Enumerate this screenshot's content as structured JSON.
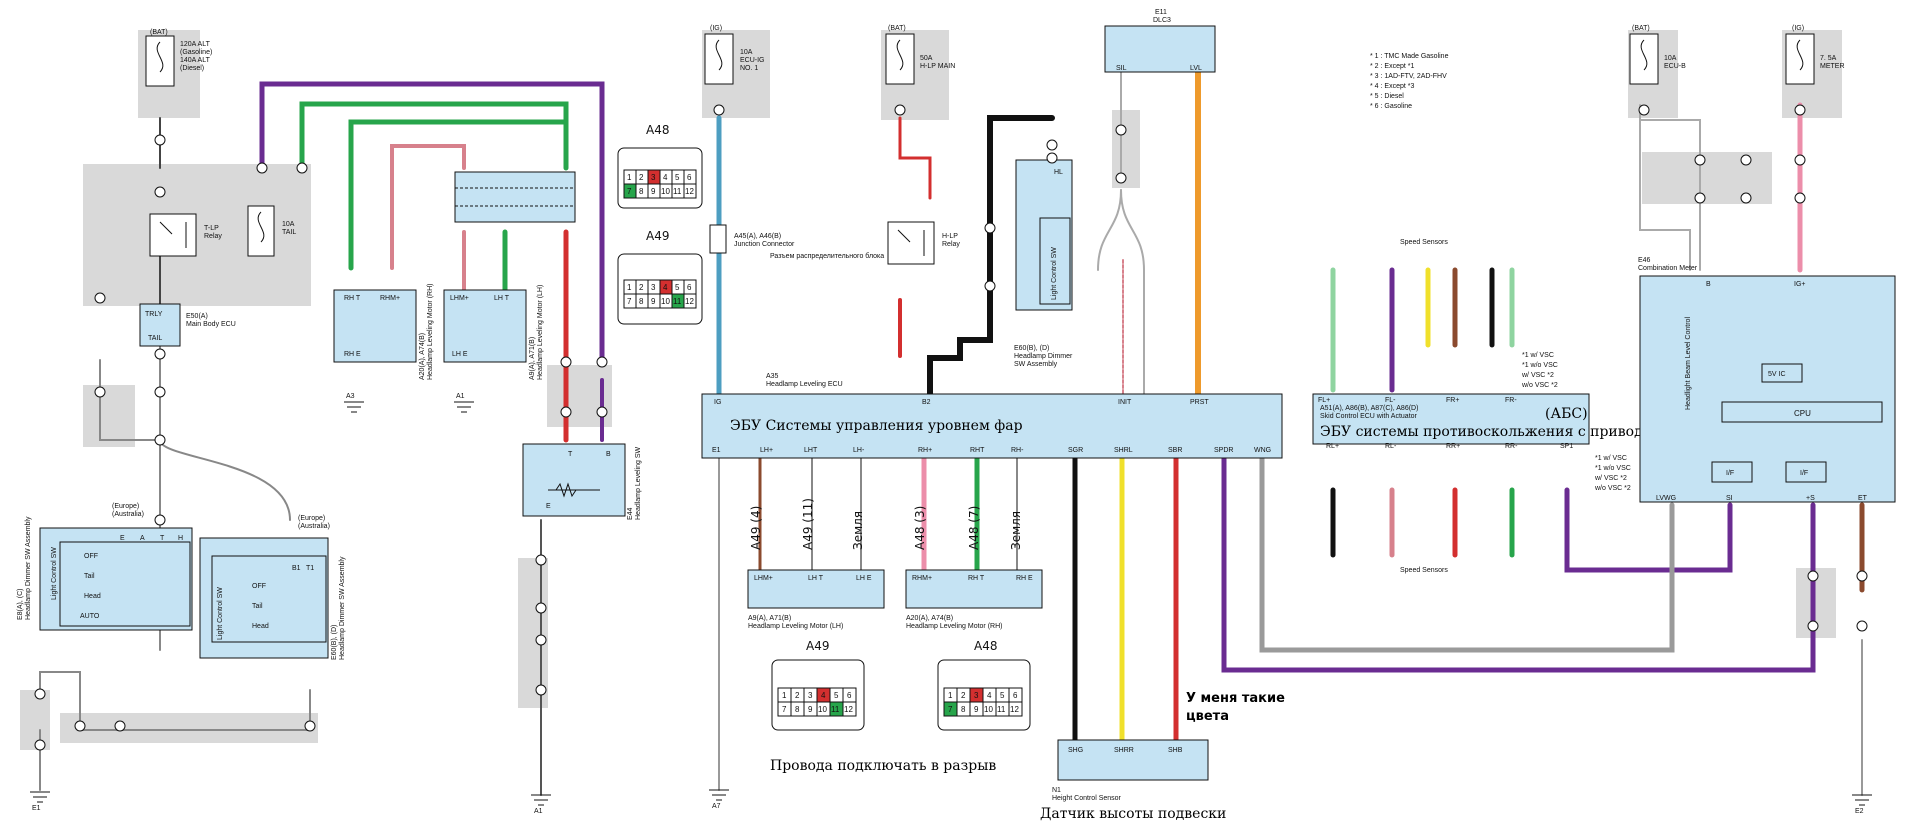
{
  "colors": {
    "box": "#c5e3f3",
    "shade": "#d9d9d9",
    "violet": "#6a2c91",
    "green": "#27a54b",
    "pink": "#d7818c",
    "red": "#d32f2f",
    "blue": "#4d9ec1",
    "orange": "#ee9a2c",
    "yellow": "#f0e02b",
    "gray": "#9a9a9a",
    "brown": "#8b4a2e",
    "black": "#111111",
    "lightgreen": "#8fd4a0"
  },
  "ecu": {
    "title": "ЭБУ Системы управления уровнем фар",
    "code": "A35",
    "name": "Headlamp Leveling ECU",
    "top_pins": [
      "IG",
      "B2",
      "INIT",
      "PRST"
    ],
    "bottom_pins": [
      "E1",
      "LH+",
      "LHT",
      "LH-",
      "RH+",
      "RHT",
      "RH-",
      "SGR",
      "SHRL",
      "SBR",
      "SPDR",
      "WNG"
    ]
  },
  "abs": {
    "title": "ЭБУ системы противоскольжения с приводом",
    "tag": "(АБС)",
    "code": "A51(A), A86(B), A87(C), A86(D)",
    "name": "Skid Control ECU with Actuator",
    "top_pins": [
      "FL+",
      "FL-",
      "FR+",
      "FR-"
    ],
    "bottom_pins": [
      "RL+",
      "RL-",
      "RR+",
      "RR-",
      "SP1"
    ],
    "speed": "Speed Sensors",
    "notes_top": [
      "*1 w/ VSC",
      "*1 w/o VSC",
      "w/ VSC *2",
      "w/o VSC *2"
    ],
    "notes_bottom": [
      "*1 w/ VSC",
      "*1 w/o VSC",
      "w/ VSC *2",
      "w/o VSC *2"
    ]
  },
  "meter": {
    "code": "E46",
    "name": "Combination Meter",
    "pins": [
      "B",
      "IG+",
      "LVWG",
      "SI",
      "+S",
      "ET"
    ],
    "ic": "5V IC",
    "cpu": "CPU",
    "if": "I/F",
    "beam": "Headlight Beam Level Control"
  },
  "notes": [
    "* 1 : TMC Made Gasoline",
    "* 2 : Except *1",
    "* 3 : 1AD-FTV,  2AD-FHV",
    "* 4 : Except *3",
    "* 5 : Diesel",
    "* 6 : Gasoline"
  ],
  "dlc": {
    "code": "E11",
    "name": "DLC3",
    "pins": [
      "SIL",
      "LVL"
    ]
  },
  "fuses": {
    "bat": "(BAT)",
    "ig": "(IG)",
    "alt": [
      "120A ALT",
      "(Gasoline)",
      "140A ALT",
      "(Diesel)"
    ],
    "ecuig": [
      "10A",
      "ECU-IG",
      "NO. 1"
    ],
    "hlp": [
      "50A",
      "H-LP MAIN"
    ],
    "ecub": [
      "10A",
      "ECU-B"
    ],
    "meter": [
      "7. 5A",
      "METER"
    ],
    "tail": [
      "10A",
      "TAIL"
    ]
  },
  "relays": {
    "tlp": [
      "T-LP",
      "Relay"
    ],
    "hlp": [
      "H-LP",
      "Relay"
    ]
  },
  "body_ecu": {
    "code": "E50(A)",
    "name": "Main Body ECU",
    "pins": [
      "TRLY",
      "TAIL"
    ]
  },
  "motors": {
    "rh_top": {
      "pins": [
        "RH T",
        "RHM+",
        "RH E"
      ],
      "code": "A20(A), A74(B)",
      "name": "Headlamp Leveling Motor (RH)"
    },
    "lh_top": {
      "pins": [
        "LHM+",
        "LH T",
        "LH E"
      ],
      "code": "A9(A), A71(B)",
      "name": "Headlamp Leveling Motor (LH)"
    }
  },
  "motors_bottom": {
    "lh": {
      "pins": [
        "LHM+",
        "LH T",
        "LH E"
      ],
      "code": "A9(A), A71(B)",
      "name": "Headlamp Leveling Motor (LH)"
    },
    "rh": {
      "pins": [
        "RHM+",
        "RH T",
        "RH E"
      ],
      "code": "A20(A), A74(B)",
      "name": "Headlamp Leveling Motor (RH)"
    }
  },
  "labels_rot": [
    "A49 (4)",
    "A49 (11)",
    "Земля",
    "A48 (3)",
    "A48 (7)",
    "Земля"
  ],
  "junction": {
    "code": "A45(A), A46(B)",
    "name": "Junction Connector",
    "hand": "Разъем распределительного блока"
  },
  "lev_sw": {
    "code": "E44",
    "name": "Headlamp Leveling SW",
    "pins": [
      "T",
      "B",
      "E"
    ]
  },
  "dimmer": {
    "code": "E60(B), (D)",
    "name": [
      "Headlamp Dimmer",
      "SW Assembly"
    ],
    "hl": "HL",
    "light": "Light Control SW"
  },
  "dimmer_left": {
    "code": "E8(A), (C)",
    "name": "Headlamp Dimmer SW Assembly",
    "sw": "Light Control SW",
    "rows": [
      "OFF",
      "Tail",
      "Head",
      "AUTO"
    ],
    "cols": [
      "E",
      "A",
      "T",
      "H"
    ]
  },
  "dimmer_b": {
    "code": "E60(B), (D)",
    "name": "Headlamp Dimmer SW Assembly",
    "rows": [
      "OFF",
      "Tail",
      "Head"
    ],
    "cols": [
      "B1",
      "T1"
    ],
    "sw": "Light Control SW"
  },
  "height": {
    "code": "N1",
    "name": "Height Control Sensor",
    "pins": [
      "SHG",
      "SHRR",
      "SHB"
    ],
    "ru": "Датчик высоты подвески"
  },
  "annot": {
    "colors_line1": "У меня такие",
    "colors_line2": "цвета",
    "wires": "Провода подключать в разрыв"
  },
  "conn": {
    "a48": "A48",
    "a49": "A49"
  },
  "region": [
    "(Europe)",
    "(Australia)"
  ],
  "grounds": [
    "E1",
    "A7",
    "A1",
    "A3",
    "A1",
    "E2"
  ]
}
